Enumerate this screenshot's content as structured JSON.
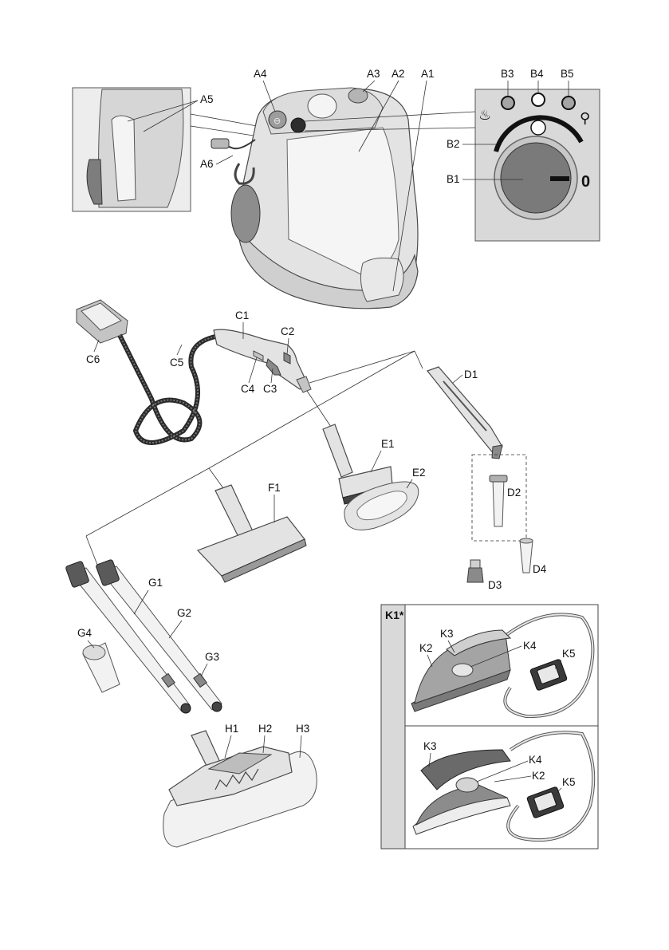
{
  "labels": {
    "a1": "A1",
    "a2": "A2",
    "a3": "A3",
    "a4": "A4",
    "a5": "A5",
    "a6": "A6",
    "b1": "B1",
    "b2": "B2",
    "b3": "B3",
    "b4": "B4",
    "b5": "B5",
    "b1_zero": "0",
    "c1": "C1",
    "c2": "C2",
    "c3": "C3",
    "c4": "C4",
    "c5": "C5",
    "c6": "C6",
    "d1": "D1",
    "d2": "D2",
    "d3": "D3",
    "d4": "D4",
    "e1": "E1",
    "e2": "E2",
    "f1": "F1",
    "g1": "G1",
    "g2": "G2",
    "g3": "G3",
    "g4": "G4",
    "h1": "H1",
    "h2": "H2",
    "h3": "H3",
    "k1": "K1*",
    "k2_top": "K2",
    "k3_top": "K3",
    "k4_top": "K4",
    "k5_top": "K5",
    "k2_bottom": "K2",
    "k3_bottom": "K3",
    "k4_bottom": "K4",
    "k5_bottom": "K5"
  },
  "colors": {
    "panel_bg": "#d9d9d9",
    "body_light": "#e3e3e3",
    "dark_accent": "#1a1a1a"
  }
}
